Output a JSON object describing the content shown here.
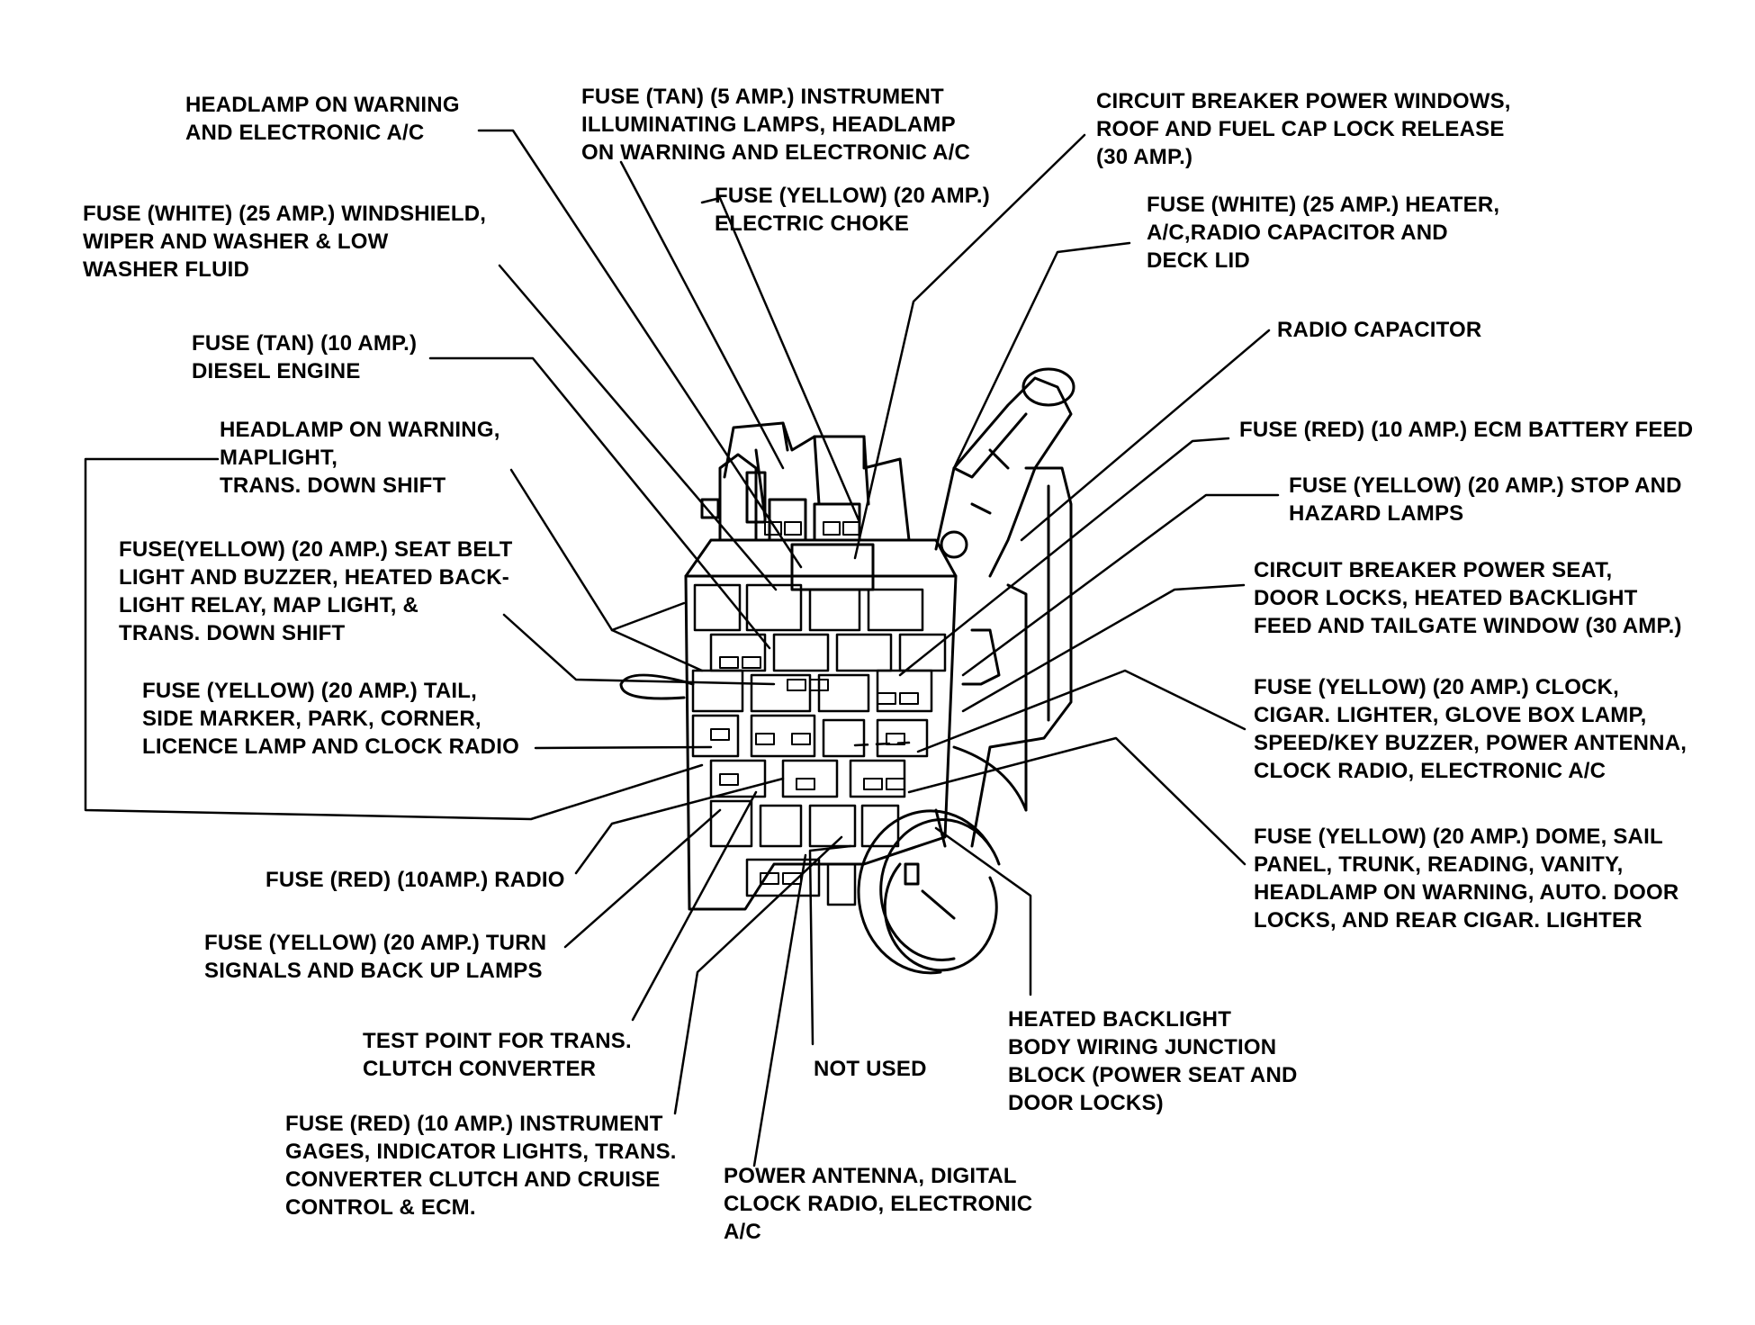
{
  "colors": {
    "ink": "#000000",
    "paper": "#ffffff"
  },
  "labels": {
    "headlamp_warning_ac": [
      "HEADLAMP ON WARNING",
      "AND ELECTRONIC A/C"
    ],
    "fuse_tan_5": [
      "FUSE (TAN) (5 AMP.) INSTRUMENT",
      "ILLUMINATING LAMPS, HEADLAMP",
      "ON WARNING AND ELECTRONIC A/C"
    ],
    "cb_power_windows": [
      "CIRCUIT BREAKER POWER WINDOWS,",
      "ROOF AND FUEL CAP LOCK RELEASE",
      "(30 AMP.)"
    ],
    "fuse_yellow_choke": [
      "FUSE (YELLOW) (20 AMP.)",
      "ELECTRIC CHOKE"
    ],
    "fuse_white_wiper": [
      "FUSE (WHITE) (25 AMP.) WINDSHIELD,",
      "WIPER AND WASHER & LOW",
      "WASHER FLUID"
    ],
    "fuse_white_heater": [
      "FUSE (WHITE) (25 AMP.) HEATER,",
      "A/C,RADIO CAPACITOR AND",
      "DECK LID"
    ],
    "radio_capacitor": [
      "RADIO CAPACITOR"
    ],
    "fuse_tan_diesel": [
      "FUSE (TAN) (10 AMP.)",
      "DIESEL ENGINE"
    ],
    "headlamp_maplight": [
      "HEADLAMP ON WARNING,",
      "MAPLIGHT,",
      "TRANS. DOWN SHIFT"
    ],
    "fuse_red_ecm": [
      "FUSE (RED) (10 AMP.) ECM BATTERY FEED"
    ],
    "fuse_yellow_stop": [
      "FUSE (YELLOW) (20 AMP.) STOP AND",
      "HAZARD LAMPS"
    ],
    "fuse_yellow_seatbelt": [
      "FUSE(YELLOW) (20 AMP.) SEAT BELT",
      "LIGHT AND BUZZER, HEATED BACK-",
      "LIGHT RELAY, MAP LIGHT, &",
      "TRANS. DOWN SHIFT"
    ],
    "cb_power_seat": [
      "CIRCUIT BREAKER POWER SEAT,",
      "DOOR LOCKS, HEATED BACKLIGHT",
      "FEED AND TAILGATE WINDOW (30 AMP.)"
    ],
    "fuse_yellow_tail": [
      "FUSE (YELLOW) (20 AMP.) TAIL,",
      "SIDE MARKER, PARK, CORNER,",
      "LICENCE LAMP AND CLOCK RADIO"
    ],
    "fuse_yellow_clock": [
      "FUSE (YELLOW) (20 AMP.) CLOCK,",
      "CIGAR. LIGHTER, GLOVE BOX LAMP,",
      "SPEED/KEY BUZZER, POWER ANTENNA,",
      "CLOCK RADIO, ELECTRONIC A/C"
    ],
    "fuse_yellow_dome": [
      "FUSE (YELLOW) (20 AMP.) DOME, SAIL",
      "PANEL, TRUNK, READING, VANITY,",
      "HEADLAMP ON WARNING, AUTO. DOOR",
      "LOCKS, AND REAR CIGAR. LIGHTER"
    ],
    "fuse_red_radio": [
      "FUSE (RED) (10AMP.) RADIO"
    ],
    "fuse_yellow_turn": [
      "FUSE (YELLOW) (20 AMP.) TURN",
      "SIGNALS AND BACK UP LAMPS"
    ],
    "test_point": [
      "TEST POINT FOR TRANS.",
      "CLUTCH CONVERTER"
    ],
    "not_used": [
      "NOT USED"
    ],
    "heated_backlight": [
      "HEATED BACKLIGHT",
      "BODY WIRING JUNCTION",
      "BLOCK (POWER SEAT AND",
      "DOOR LOCKS)"
    ],
    "fuse_red_instrument": [
      "FUSE (RED) (10 AMP.) INSTRUMENT",
      "GAGES, INDICATOR LIGHTS, TRANS.",
      "CONVERTER CLUTCH AND CRUISE",
      "CONTROL &  ECM."
    ],
    "power_antenna": [
      "POWER ANTENNA, DIGITAL",
      "CLOCK RADIO, ELECTRONIC",
      "A/C"
    ]
  }
}
